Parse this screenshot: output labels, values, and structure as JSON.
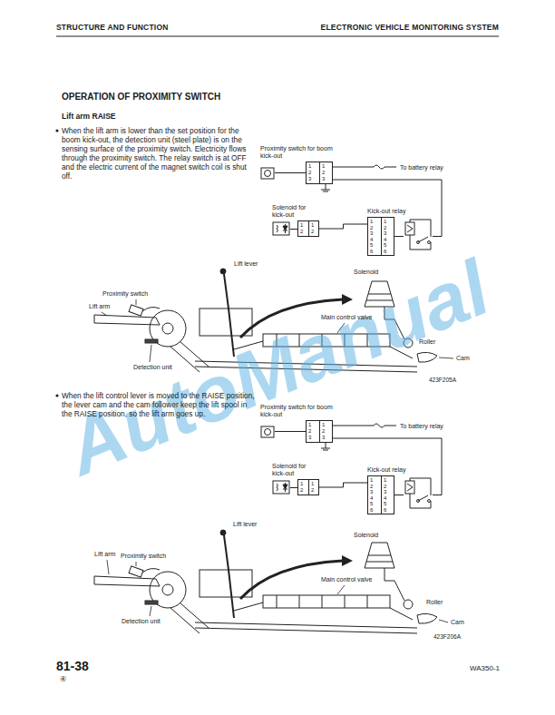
{
  "diagram": {
    "title": "OPERATION OF PROXIMITY SWITCH",
    "nodes": [
      {
        "text": [
          "Proximity switch for boom kick-out"
        ]
      },
      {
        "text": [
          "Solenoid for kick-out"
        ]
      },
      {
        "text": [
          "Kick-out relay"
        ]
      },
      {
        "text": [
          "Proximity switch for boom kick-out"
        ]
      },
      {
        "text": [
          "Solenoid for kick-out"
        ]
      },
      {
        "text": [
          "Kick-out relay"
        ]
      }
    ],
    "edges": [
      {
        "from": 0,
        "to": 2,
        "arrow": "none"
      },
      {
        "from": 1,
        "to": 2,
        "arrow": "none"
      },
      {
        "from": 3,
        "to": 5,
        "arrow": "none"
      },
      {
        "from": 4,
        "to": 5,
        "arrow": "none"
      }
    ],
    "labels": [
      "STRUCTURE AND FUNCTION",
      "ELECTRONIC VEHICLE MONITORING SYSTEM",
      "Lift arm RAISE",
      "When the lift arm is lower than the set position for the boom kick-out, the detection unit (steel plate) is on the sensing surface of the proximity switch. Electricity flows through the proximity switch. The relay switch is at OFF and the electric current of the magnet switch coil is shut off.",
      "To battery relay",
      "1",
      "2",
      "3",
      "1",
      "2",
      "3",
      "1",
      "2",
      "1",
      "2",
      "1",
      "2",
      "3",
      "4",
      "5",
      "6",
      "1",
      "2",
      "3",
      "4",
      "5",
      "6",
      "Lift lever",
      "Solenoid",
      "Proximity switch",
      "Lift arm",
      "Main control valve",
      "Roller",
      "Cam",
      "Detection unit",
      "423F205A",
      "When the lift control lever is moved to the RAISE position, the lever cam and the cam follower keep the lift spool in the RAISE position, so the lift arm goes up.",
      "To battery relay",
      "1",
      "2",
      "3",
      "1",
      "2",
      "3",
      "1",
      "2",
      "1",
      "2",
      "1",
      "2",
      "3",
      "4",
      "5",
      "6",
      "1",
      "2",
      "3",
      "4",
      "5",
      "6",
      "Lift lever",
      "Solenoid",
      "Lift arm",
      "Proximity switch",
      "Main control valve",
      "Roller",
      "Cam",
      "Detection unit",
      "423F206A",
      "81-38",
      "④",
      "WA350-1",
      "AutoManual"
    ]
  }
}
